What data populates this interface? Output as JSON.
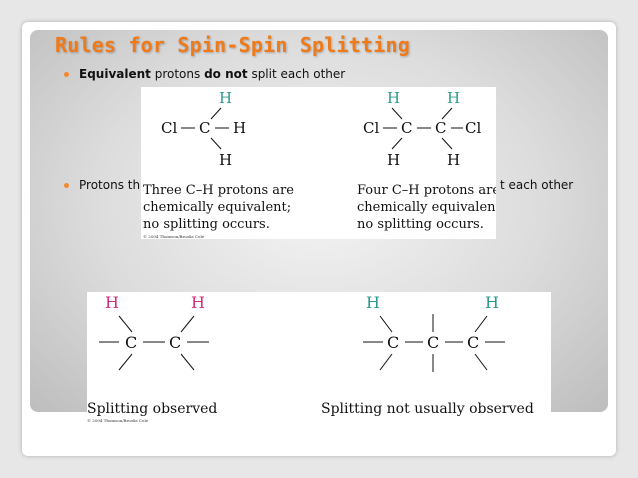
{
  "slide": {
    "title": "Rules for Spin-Spin Splitting"
  },
  "bullets": [
    {
      "strong_prefix": "Equivalent",
      "middle": " protons ",
      "strong_middle": "do not",
      "suffix": " split each other"
    },
    {
      "visible_start": "Protons th",
      "visible_end": "t each other"
    }
  ],
  "figure_top": {
    "left": {
      "caption": [
        "Three C–H protons are",
        "chemically equivalent;",
        "no splitting occurs."
      ],
      "atoms": {
        "h": "H",
        "c": "C",
        "cl": "Cl"
      },
      "copyright": "© 2004 Thomson/Brooks Cole"
    },
    "right": {
      "caption": [
        "Four C–H protons are",
        "chemically equivalent;",
        "no splitting occurs."
      ],
      "atoms": {
        "h": "H",
        "c": "C",
        "cl": "Cl"
      }
    }
  },
  "figure_bottom": {
    "left_caption": "Splitting observed",
    "right_caption": "Splitting not usually observed",
    "copyright": "© 2004 Thomson/Brooks Cole",
    "atoms": {
      "h": "H",
      "c": "C"
    }
  },
  "colors": {
    "title": "#ef7a1a",
    "bullet_dot": "#f08a2c",
    "hydrogen_highlight": "#d62b7b",
    "bond_top": "#2b9a8e",
    "text": "#111111"
  }
}
